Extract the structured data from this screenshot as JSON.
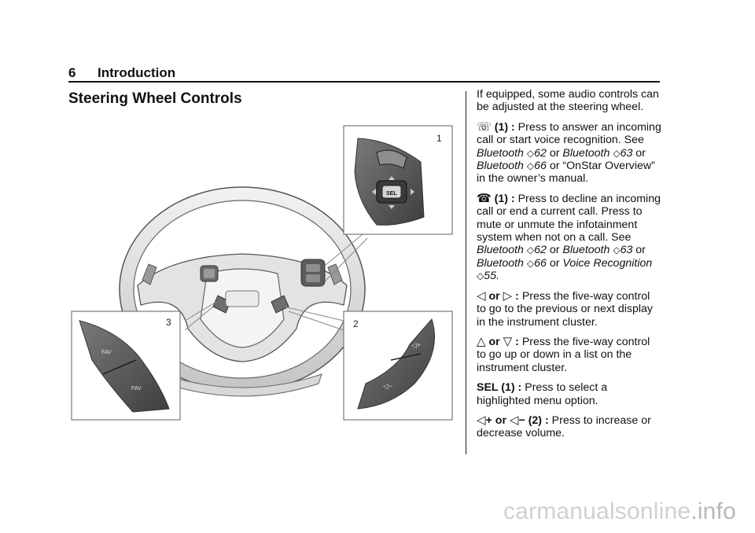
{
  "header": {
    "page_number": "6",
    "section": "Introduction"
  },
  "section_title": "Steering Wheel Controls",
  "figure": {
    "callouts": [
      "1",
      "2",
      "3"
    ],
    "button_labels": {
      "sel": "SEL",
      "fav": "FAV"
    }
  },
  "body": {
    "intro": "If equipped, some audio controls can be adjusted at the steering wheel.",
    "p1": {
      "icon": "phone-voice-icon",
      "term": "(1) :",
      "t1": " Press to answer an incoming call or start voice recognition. See ",
      "r1": "Bluetooth",
      "n1": "62",
      "or1": " or ",
      "r2": "Bluetooth",
      "n2": "63",
      "or2": " or ",
      "r3": "Bluetooth",
      "n3": "66",
      "t2": " or “OnStar Overview” in the owner’s manual."
    },
    "p2": {
      "icon": "hang-up-icon",
      "term": "(1) :",
      "t1": " Press to decline an incoming call or end a current call. Press to mute or unmute the infotainment system when not on a call. See ",
      "r1": "Bluetooth",
      "n1": "62",
      "or1": " or ",
      "r2": "Bluetooth",
      "n2": "63",
      "or2": " or ",
      "r3": "Bluetooth",
      "n3": "66",
      "or3": " or ",
      "r4": "Voice Recognition",
      "n4": "55."
    },
    "p3": {
      "icon_left": "triangle-left-icon",
      "or": "or",
      "icon_right": "triangle-right-icon",
      "colon": ":",
      "text": " Press the five-way control to go to the previous or next display in the instrument cluster."
    },
    "p4": {
      "icon_up": "triangle-up-icon",
      "or": "or",
      "icon_down": "triangle-down-icon",
      "colon": ":",
      "text": " Press the five-way control to go up or down in a list on the instrument cluster."
    },
    "p5": {
      "term": "SEL (1) :",
      "text": " Press to select a highlighted menu option."
    },
    "p6": {
      "icon": "volume-icon",
      "plus": "+ or",
      "minus": "− (2) :",
      "text": " Press to increase or decrease volume."
    }
  },
  "watermark": {
    "a": "carmanualsonline",
    "b": ".info"
  }
}
